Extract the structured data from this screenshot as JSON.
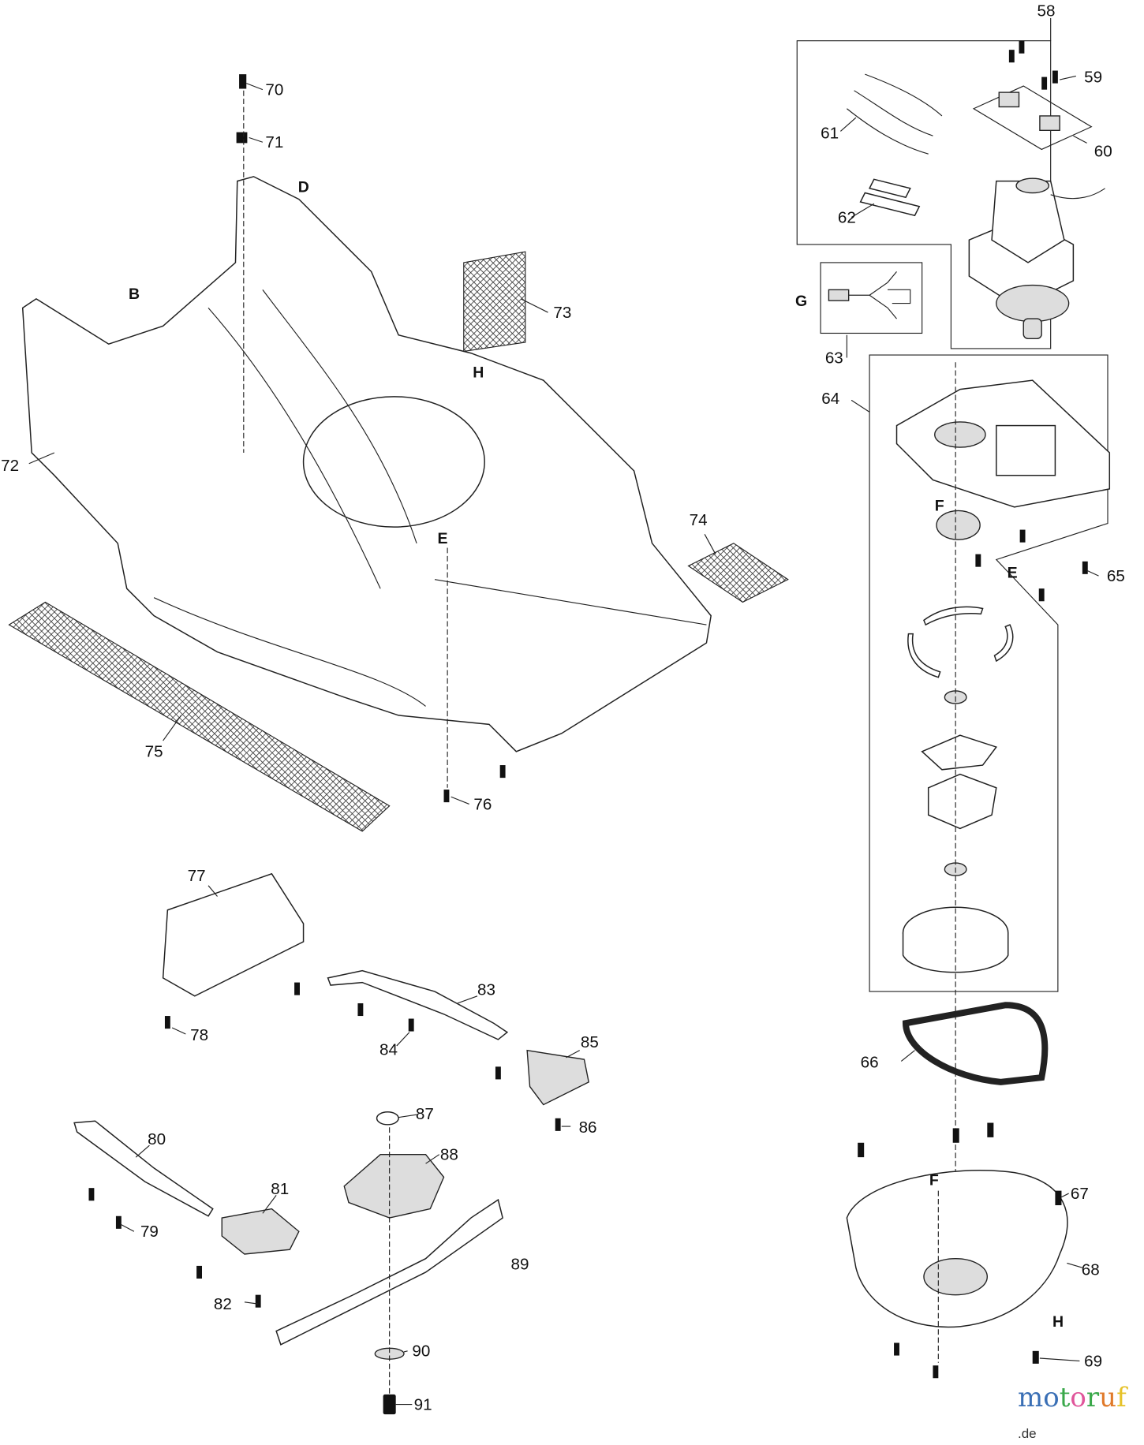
{
  "diagram": {
    "labels": {
      "l58": "58",
      "l59": "59",
      "l60": "60",
      "l61": "61",
      "l62": "62",
      "l63": "63",
      "l64": "64",
      "l65": "65",
      "l66": "66",
      "l67": "67",
      "l68": "68",
      "l69": "69",
      "l70": "70",
      "l71": "71",
      "l72": "72",
      "l73": "73",
      "l74": "74",
      "l75": "75",
      "l76": "76",
      "l77": "77",
      "l78": "78",
      "l79": "79",
      "l80": "80",
      "l81": "81",
      "l82": "82",
      "l83": "83",
      "l84": "84",
      "l85": "85",
      "l86": "86",
      "l87": "87",
      "l88": "88",
      "l89": "89",
      "l90": "90",
      "l91": "91"
    },
    "letters": {
      "G": "G",
      "F1": "F",
      "E1": "E",
      "F2": "F",
      "H1": "H",
      "D": "D",
      "B": "B",
      "H2": "H",
      "E2": "E"
    }
  },
  "watermark": {
    "brand_parts": [
      "m",
      "o",
      "t",
      "o",
      "r",
      "u",
      "f"
    ],
    "suffix": ".de",
    "colors": [
      "#3a6fb5",
      "#3a6fb5",
      "#3aa84a",
      "#e0559a",
      "#3aa84a",
      "#e07a2a",
      "#e6c22a"
    ]
  }
}
